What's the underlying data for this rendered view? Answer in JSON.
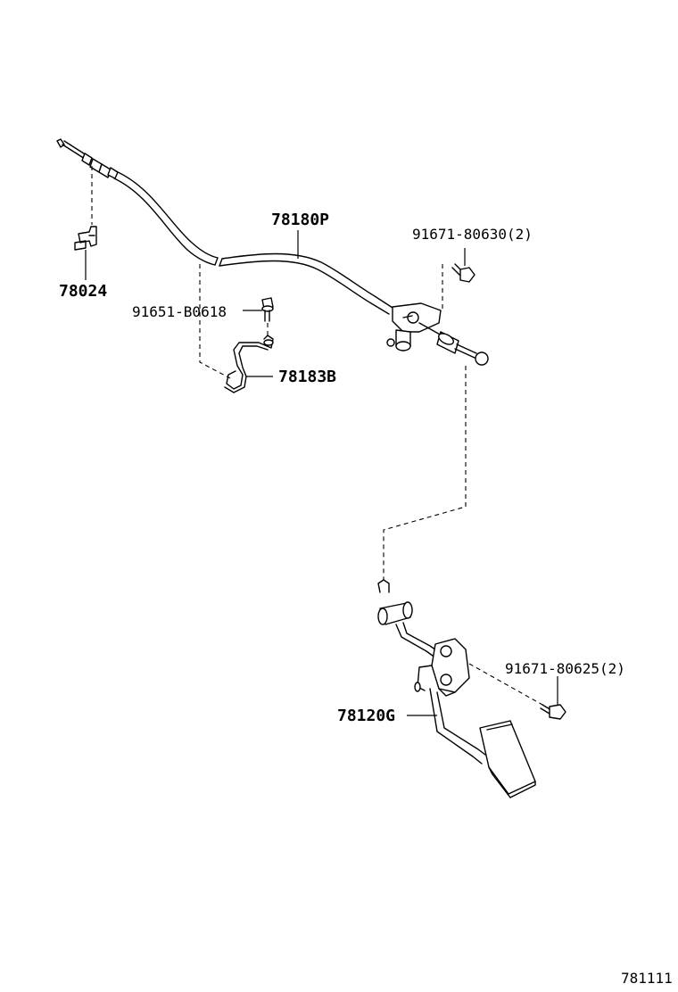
{
  "diagram": {
    "part_numbers": {
      "clip": "78024",
      "cable": "78180P",
      "bolt_upper": "91671-80630(2)",
      "bolt_bracket": "91651-B0618",
      "bracket": "78183B",
      "pedal": "78120G",
      "bolt_pedal": "91671-80625(2)"
    },
    "figure_number": "781111"
  }
}
